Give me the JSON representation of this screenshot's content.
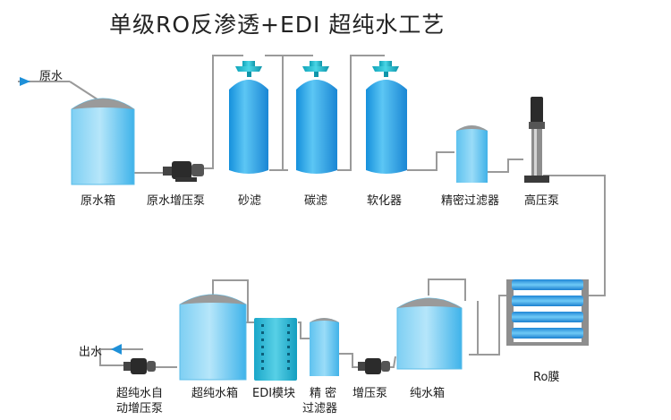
{
  "title": "单级RO反渗透+EDI 超纯水工艺",
  "flow": {
    "inlet": "原水",
    "outlet": "出水"
  },
  "equipment": {
    "raw_water_tank": "原水箱",
    "raw_water_pump": "原水增压泵",
    "sand_filter": "砂滤",
    "carbon_filter": "碳滤",
    "softener": "软化器",
    "precision_filter_1": "精密过滤器",
    "high_pressure_pump": "高压泵",
    "ro_membrane": "Ro膜",
    "pure_water_tank": "纯水箱",
    "booster_pump": "增压泵",
    "precision_filter_2_line1": "精 密",
    "precision_filter_2_line2": "过滤器",
    "edi_module": "EDI模块",
    "ultrapure_tank": "超纯水箱",
    "ultrapure_pump_line1": "超纯水自",
    "ultrapure_pump_line2": "动增压泵"
  },
  "colors": {
    "vessel_blue": "#2ea8e6",
    "vessel_light": "#9ad8f5",
    "cap_cyan": "#19b6c9",
    "pipe": "#9a9a9a",
    "arrow_blue": "#1e90d8",
    "pump_dark": "#2b2b2b"
  }
}
